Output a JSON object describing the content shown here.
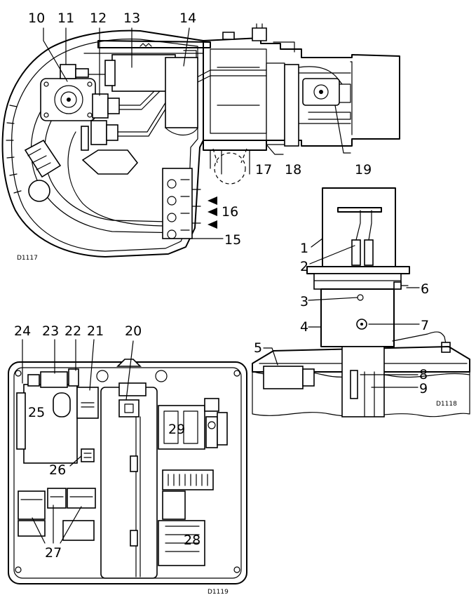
{
  "figures": [
    {
      "code": "D1117",
      "labels": [
        "10",
        "11",
        "12",
        "13",
        "14",
        "15",
        "16",
        "17",
        "18",
        "19"
      ]
    },
    {
      "code": "D1118",
      "labels": [
        "1",
        "2",
        "3",
        "4",
        "5",
        "6",
        "7",
        "8",
        "9"
      ]
    },
    {
      "code": "D1119",
      "labels": [
        "20",
        "21",
        "22",
        "23",
        "24",
        "25",
        "26",
        "27",
        "28",
        "29"
      ]
    }
  ]
}
